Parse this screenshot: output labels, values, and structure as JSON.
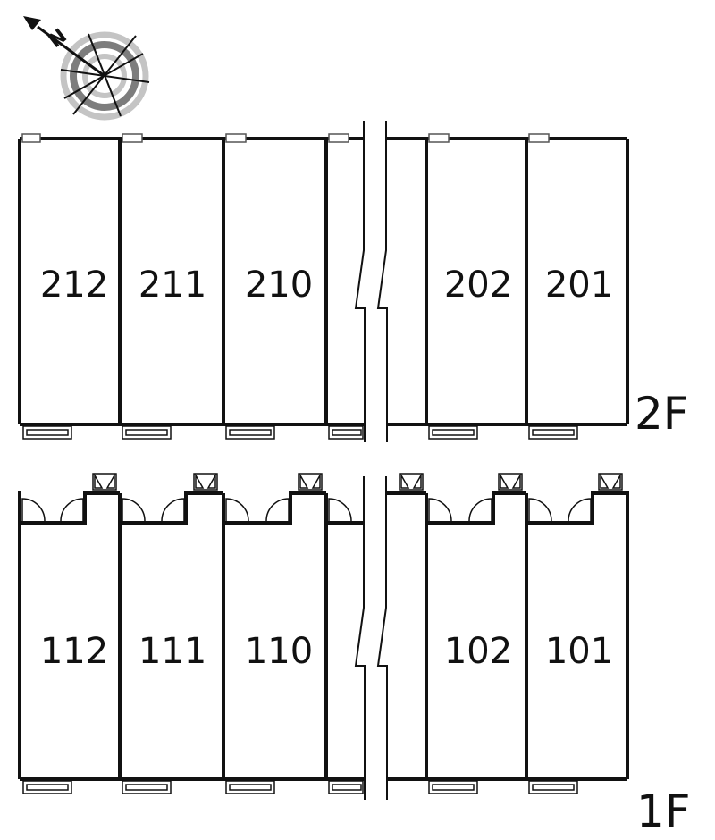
{
  "compass": {
    "north_mark": "N"
  },
  "floors": [
    {
      "label": "2F",
      "rooms": [
        {
          "number": "212"
        },
        {
          "number": "211"
        },
        {
          "number": "210"
        },
        {
          "number": "202"
        },
        {
          "number": "201"
        }
      ]
    },
    {
      "label": "1F",
      "rooms": [
        {
          "number": "112"
        },
        {
          "number": "111"
        },
        {
          "number": "110"
        },
        {
          "number": "102"
        },
        {
          "number": "101"
        }
      ]
    }
  ]
}
